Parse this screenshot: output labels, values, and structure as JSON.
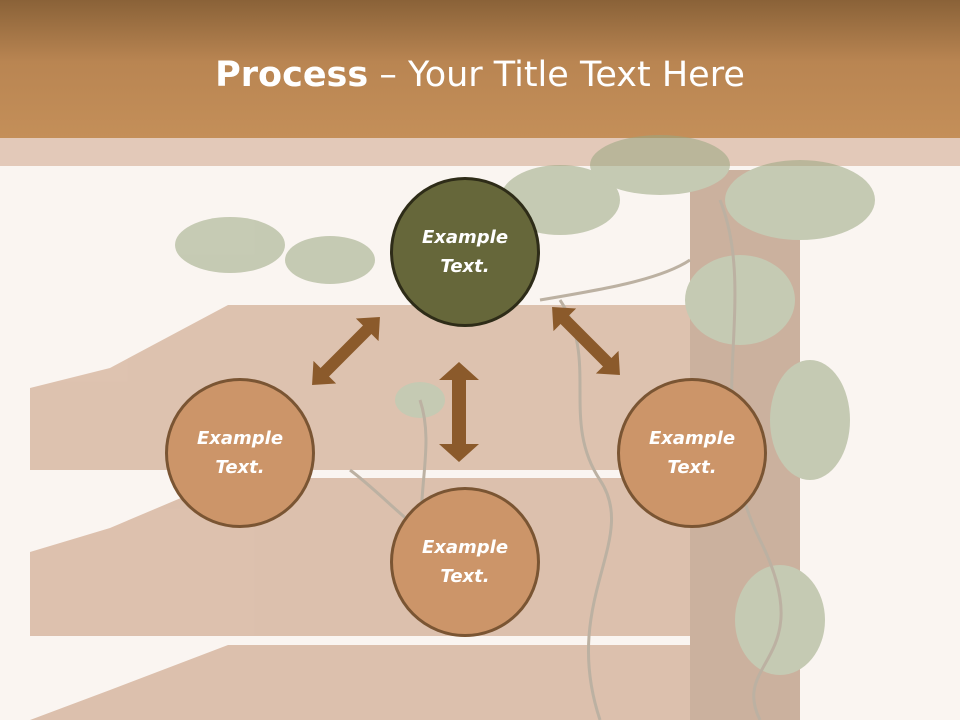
{
  "slide": {
    "title_bold": "Process",
    "title_rest": " – Your Title Text Here"
  },
  "nodes": {
    "top": {
      "line1": "Example",
      "line2": "Text."
    },
    "left": {
      "line1": "Example",
      "line2": "Text."
    },
    "right": {
      "line1": "Example",
      "line2": "Text."
    },
    "bottom": {
      "line1": "Example",
      "line2": "Text."
    }
  },
  "colors": {
    "header": "#b98552",
    "header_strip": "#e3c9b9",
    "background": "#faf5f1",
    "center_circle": "#66673a",
    "outer_circle": "#cc9569",
    "arrow": "#8b5a2b"
  }
}
